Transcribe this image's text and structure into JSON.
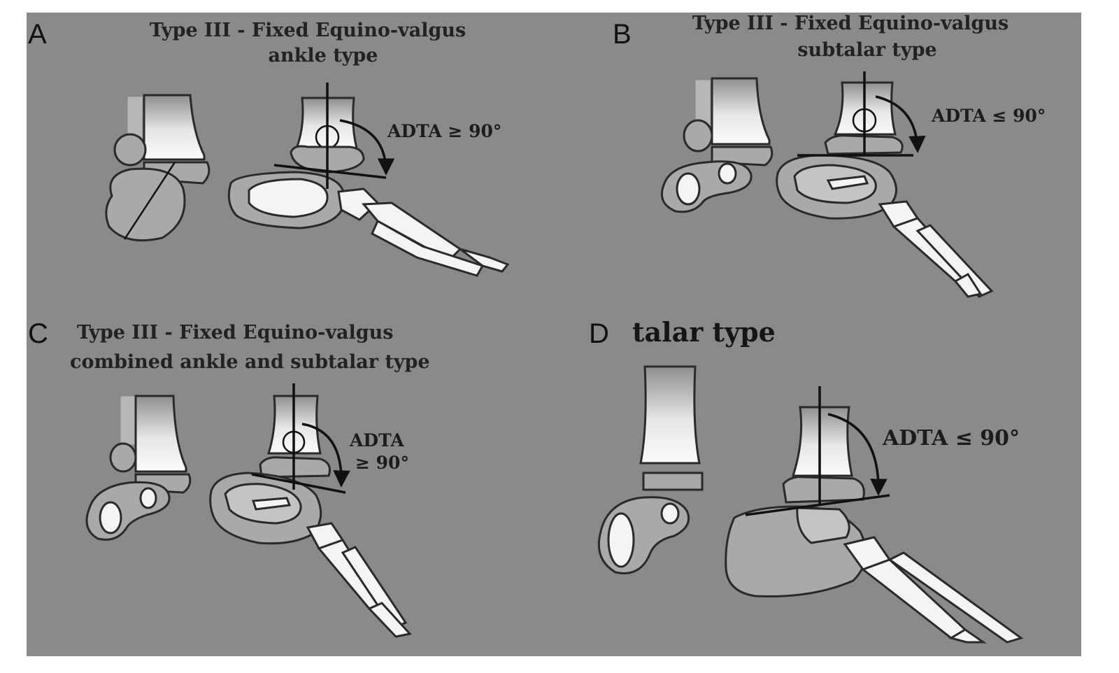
{
  "panels": {
    "a": {
      "letter": "A",
      "title_line1": "Type III - Fixed Equino-valgus",
      "title_line2": "ankle type",
      "angle_label": "ADTA ≥ 90°"
    },
    "b": {
      "letter": "B",
      "title_line1": "Type III - Fixed Equino-valgus",
      "title_line2": "subtalar type",
      "angle_label": "ADTA ≤ 90°"
    },
    "c": {
      "letter": "C",
      "title_line1": "Type III - Fixed Equino-valgus",
      "title_line2": "combined ankle and subtalar type",
      "angle_label_line1": "ADTA",
      "angle_label_line2": "≥ 90°"
    },
    "d": {
      "letter": "D",
      "title": "talar type",
      "angle_label": "ADTA ≤ 90°"
    }
  },
  "colors": {
    "background": "#8a8a8a",
    "bone_light": "#f4f4f4",
    "bone_gray": "#a9a9a9",
    "ink": "#111111"
  }
}
